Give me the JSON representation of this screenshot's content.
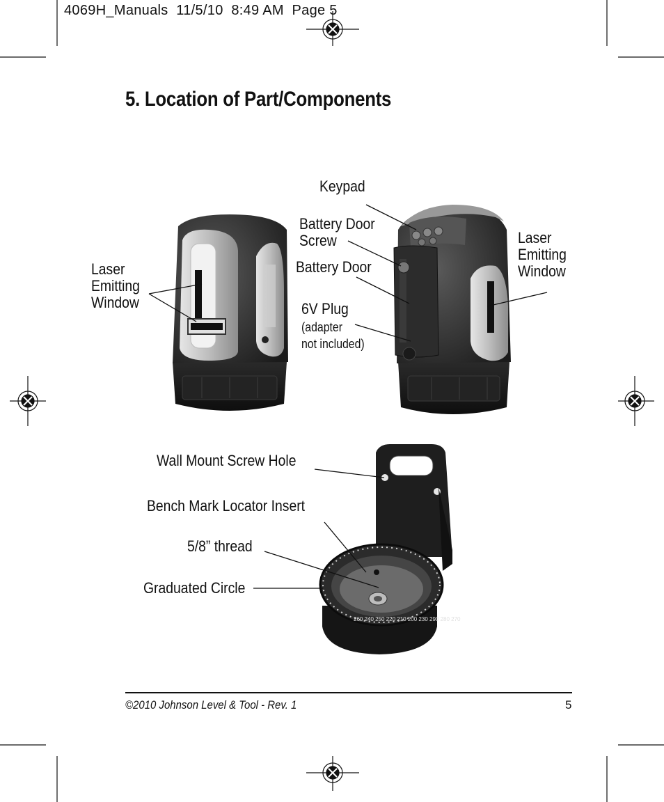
{
  "slug_line": "4069H_Manuals  11/5/10  8:49 AM  Page 5",
  "title": "5. Location of Part/Components",
  "labels": {
    "keypad": "Keypad",
    "battery_door_screw": [
      "Battery Door",
      "Screw"
    ],
    "battery_door": "Battery Door",
    "plug": "6V Plug",
    "plug_note": [
      "(adapter",
      "not included)"
    ],
    "laser_left": [
      "Laser",
      "Emitting",
      "Window"
    ],
    "laser_right": [
      "Laser",
      "Emitting",
      "Window"
    ],
    "wall_mount": "Wall Mount Screw Hole",
    "bench_mark": "Bench Mark Locator Insert",
    "thread": "5/8” thread",
    "graduated_circle": "Graduated Circle"
  },
  "dial_text": "260 240 250 220 210 200 230 290 280 270",
  "footer": {
    "copyright": "©2010 Johnson Level & Tool - Rev. 1",
    "page_number": "5"
  }
}
